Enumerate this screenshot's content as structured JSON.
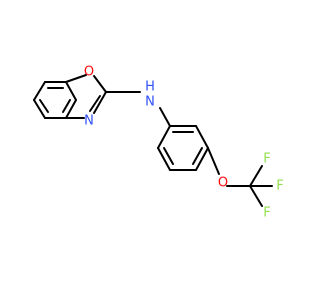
{
  "colors": {
    "bond": "#000000",
    "oxygen": "#ff0d0d",
    "nitrogen": "#3050f8",
    "fluorine": "#90e050",
    "background": "#ffffff"
  },
  "atoms": {
    "ring_oxygen": "O",
    "ring_nitrogen": "N",
    "amine_nitrogen": "N",
    "amine_hydrogen": "H",
    "ether_oxygen": "O",
    "fluorine_1": "F",
    "fluorine_2": "F",
    "fluorine_3": "F"
  }
}
